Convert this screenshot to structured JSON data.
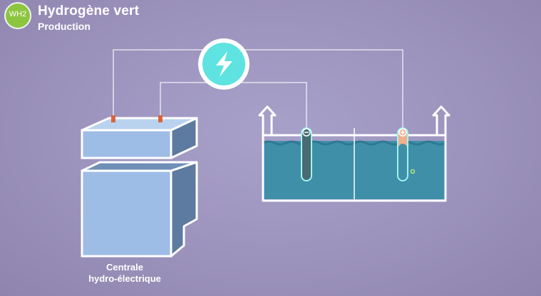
{
  "header": {
    "logo_text": "WH2",
    "title": "Hydrogène vert",
    "subtitle": "Production"
  },
  "diagram": {
    "plant_label_line1": "Centrale",
    "plant_label_line2": "hydro-électrique",
    "icons": {
      "power_source": "lightning-bolt-icon",
      "cathode_sign": "minus-sign",
      "anode_sign": "plus-sign"
    },
    "colors": {
      "background": "#9c93bd",
      "power_circle": "#5ee3e0",
      "water": "#3f8fa8",
      "plant_blue": "#9dbde6",
      "outline": "#ffffff",
      "cathode": "#4a6b73",
      "anode": "#f0b08c",
      "terminal": "#d9653f"
    }
  }
}
